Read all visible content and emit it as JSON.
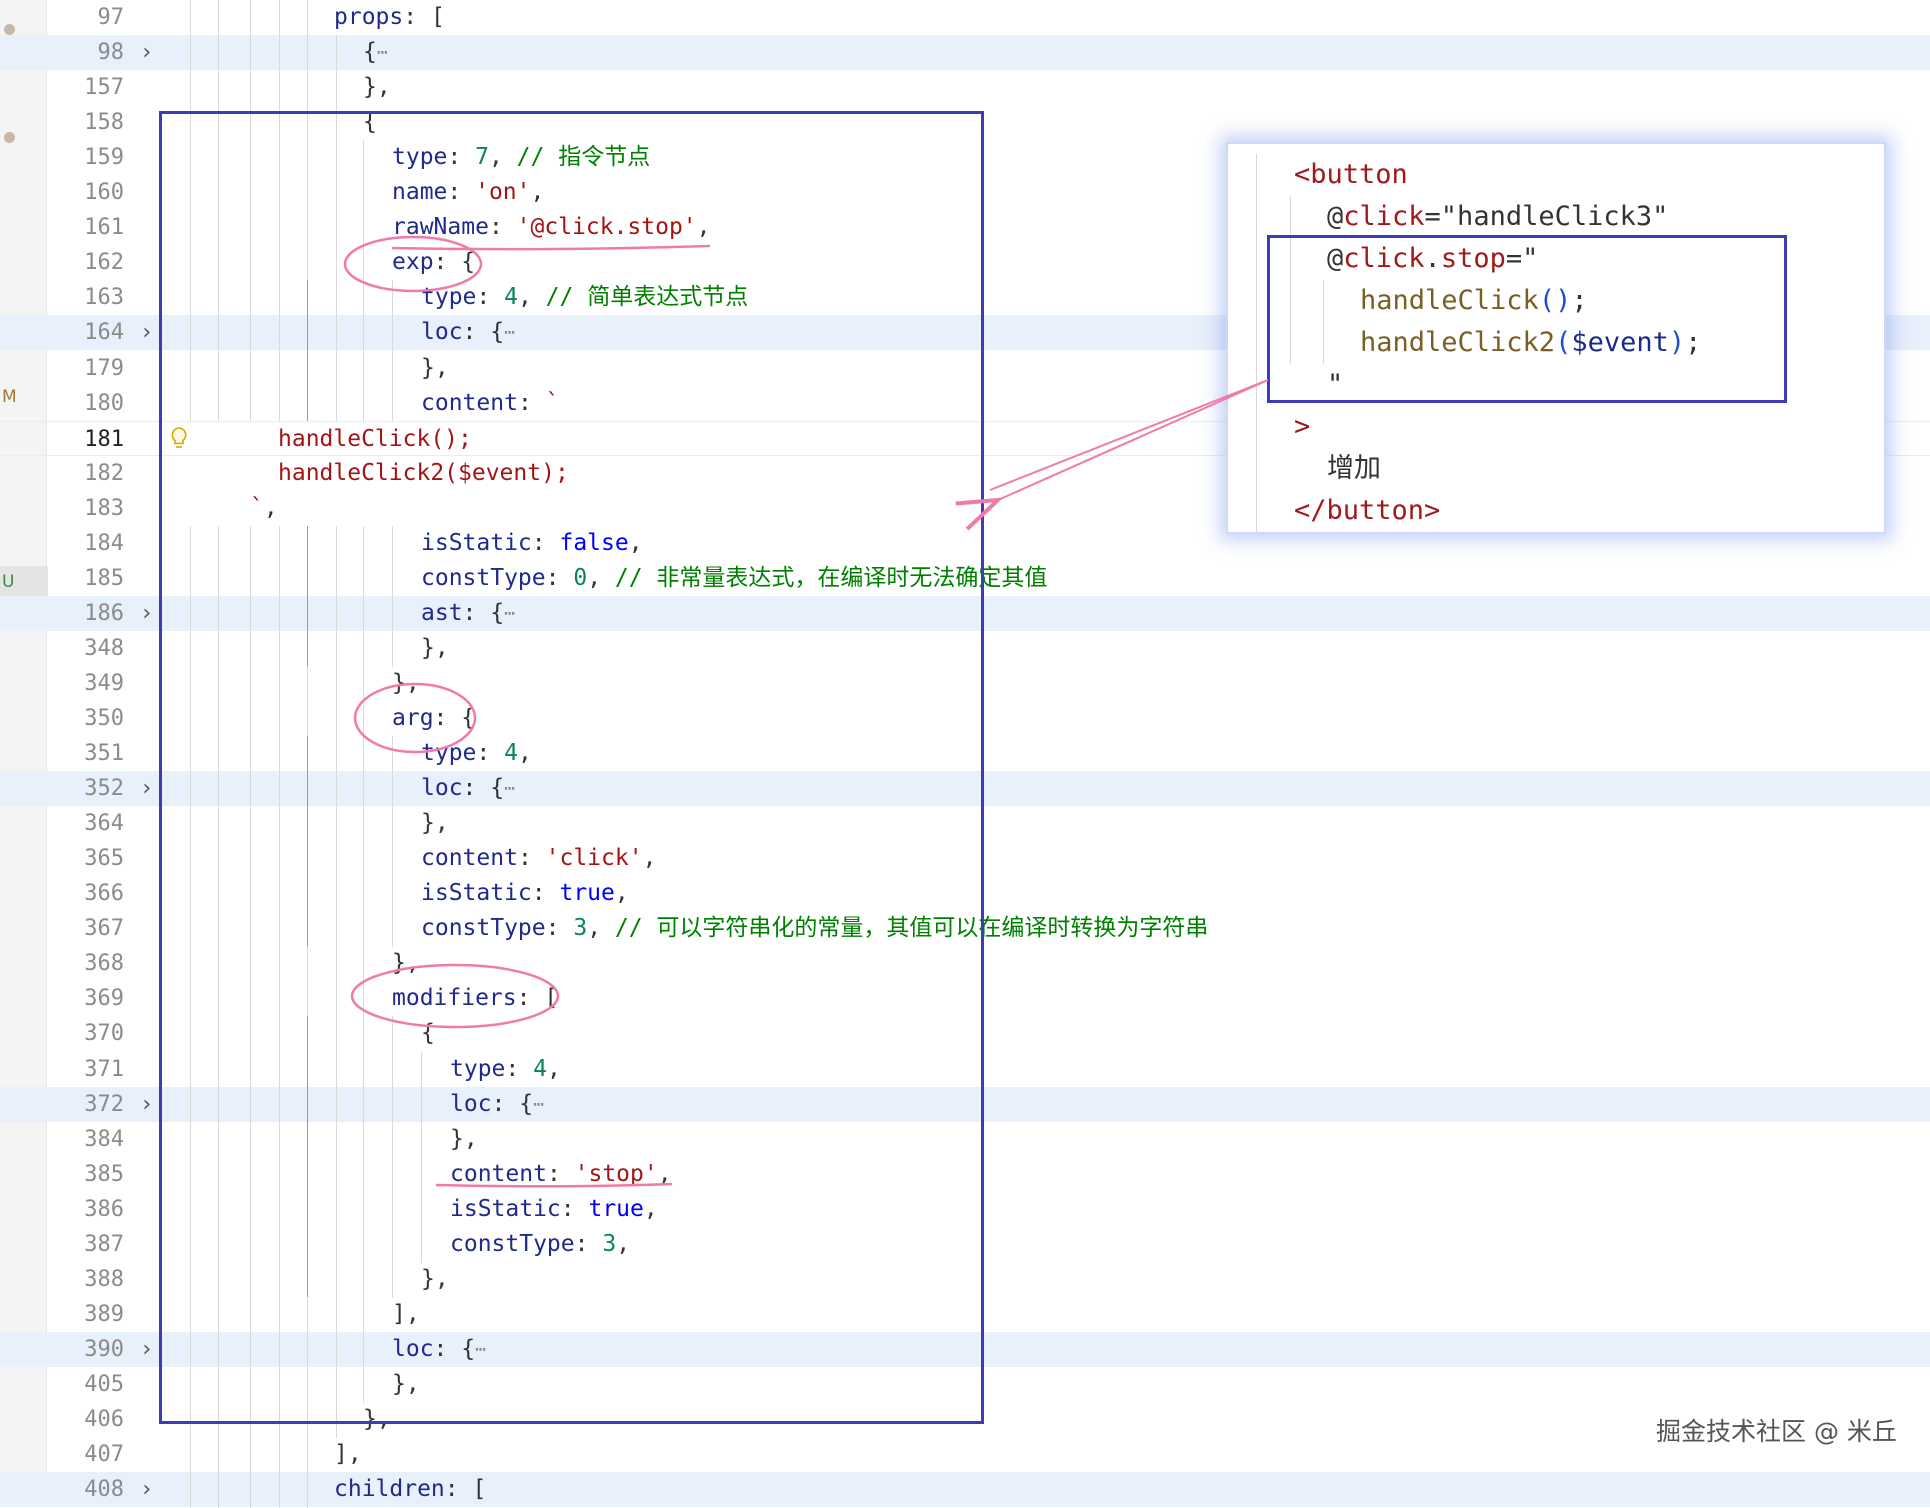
{
  "gutter": {
    "markers": [
      {
        "label": "",
        "color": "#c9b8a8"
      },
      {
        "label": "",
        "color": "#c9b8a8"
      },
      {
        "label": "M",
        "color": "#a0783a"
      },
      {
        "label": "U",
        "color": "#3c8a3c"
      }
    ]
  },
  "editor": {
    "lines": [
      {
        "num": "97",
        "fold": false,
        "indent": 0,
        "tokens": [
          [
            "k",
            "props"
          ],
          [
            "p",
            ": "
          ],
          [
            "p",
            "["
          ]
        ]
      },
      {
        "num": "98",
        "fold": true,
        "indent": 1,
        "tokens": [
          [
            "p",
            "{"
          ],
          [
            "ell",
            "⋯"
          ]
        ]
      },
      {
        "num": "157",
        "fold": false,
        "indent": 1,
        "tokens": [
          [
            "p",
            "},"
          ]
        ]
      },
      {
        "num": "158",
        "fold": false,
        "indent": 1,
        "tokens": [
          [
            "p",
            "{"
          ]
        ]
      },
      {
        "num": "159",
        "fold": false,
        "indent": 2,
        "tokens": [
          [
            "k",
            "type"
          ],
          [
            "p",
            ": "
          ],
          [
            "n",
            "7"
          ],
          [
            "p",
            ", "
          ],
          [
            "c",
            "// 指令节点"
          ]
        ]
      },
      {
        "num": "160",
        "fold": false,
        "indent": 2,
        "tokens": [
          [
            "k",
            "name"
          ],
          [
            "p",
            ": "
          ],
          [
            "s",
            "'on'"
          ],
          [
            "p",
            ","
          ]
        ]
      },
      {
        "num": "161",
        "fold": false,
        "indent": 2,
        "tokens": [
          [
            "k",
            "rawName"
          ],
          [
            "p",
            ": "
          ],
          [
            "s",
            "'@click.stop'"
          ],
          [
            "p",
            ","
          ]
        ]
      },
      {
        "num": "162",
        "fold": false,
        "indent": 2,
        "tokens": [
          [
            "k",
            "exp"
          ],
          [
            "p",
            ": "
          ],
          [
            "p",
            "{"
          ]
        ]
      },
      {
        "num": "163",
        "fold": false,
        "indent": 3,
        "tokens": [
          [
            "k",
            "type"
          ],
          [
            "p",
            ": "
          ],
          [
            "n",
            "4"
          ],
          [
            "p",
            ", "
          ],
          [
            "c",
            "// 简单表达式节点"
          ]
        ]
      },
      {
        "num": "164",
        "fold": true,
        "indent": 3,
        "tokens": [
          [
            "k",
            "loc"
          ],
          [
            "p",
            ": "
          ],
          [
            "p",
            "{"
          ],
          [
            "ell",
            "⋯"
          ]
        ]
      },
      {
        "num": "179",
        "fold": false,
        "indent": 3,
        "tokens": [
          [
            "p",
            "},"
          ]
        ]
      },
      {
        "num": "180",
        "fold": false,
        "indent": 3,
        "tokens": [
          [
            "k",
            "content"
          ],
          [
            "p",
            ": "
          ],
          [
            "s",
            "`"
          ]
        ]
      },
      {
        "num": "181",
        "fold": false,
        "indent": -1,
        "current": true,
        "tokens": [
          [
            "s",
            "handleClick();"
          ]
        ]
      },
      {
        "num": "182",
        "fold": false,
        "indent": -1,
        "tokens": [
          [
            "s",
            "handleClick2($event);"
          ]
        ]
      },
      {
        "num": "183",
        "fold": false,
        "indent": -2,
        "tokens": [
          [
            "s",
            "`"
          ],
          [
            "p",
            ","
          ]
        ]
      },
      {
        "num": "184",
        "fold": false,
        "indent": 3,
        "tokens": [
          [
            "k",
            "isStatic"
          ],
          [
            "p",
            ": "
          ],
          [
            "kw",
            "false"
          ],
          [
            "p",
            ","
          ]
        ]
      },
      {
        "num": "185",
        "fold": false,
        "indent": 3,
        "tokens": [
          [
            "k",
            "constType"
          ],
          [
            "p",
            ": "
          ],
          [
            "n",
            "0"
          ],
          [
            "p",
            ", "
          ],
          [
            "c",
            "// 非常量表达式，在编译时无法确定其值"
          ]
        ]
      },
      {
        "num": "186",
        "fold": true,
        "indent": 3,
        "tokens": [
          [
            "k",
            "ast"
          ],
          [
            "p",
            ": "
          ],
          [
            "p",
            "{"
          ],
          [
            "ell",
            "⋯"
          ]
        ]
      },
      {
        "num": "348",
        "fold": false,
        "indent": 3,
        "tokens": [
          [
            "p",
            "},"
          ]
        ]
      },
      {
        "num": "349",
        "fold": false,
        "indent": 2,
        "tokens": [
          [
            "p",
            "},"
          ]
        ]
      },
      {
        "num": "350",
        "fold": false,
        "indent": 2,
        "tokens": [
          [
            "k",
            "arg"
          ],
          [
            "p",
            ": "
          ],
          [
            "p",
            "{"
          ]
        ]
      },
      {
        "num": "351",
        "fold": false,
        "indent": 3,
        "tokens": [
          [
            "k",
            "type"
          ],
          [
            "p",
            ": "
          ],
          [
            "n",
            "4"
          ],
          [
            "p",
            ","
          ]
        ]
      },
      {
        "num": "352",
        "fold": true,
        "indent": 3,
        "tokens": [
          [
            "k",
            "loc"
          ],
          [
            "p",
            ": "
          ],
          [
            "p",
            "{"
          ],
          [
            "ell",
            "⋯"
          ]
        ]
      },
      {
        "num": "364",
        "fold": false,
        "indent": 3,
        "tokens": [
          [
            "p",
            "},"
          ]
        ]
      },
      {
        "num": "365",
        "fold": false,
        "indent": 3,
        "tokens": [
          [
            "k",
            "content"
          ],
          [
            "p",
            ": "
          ],
          [
            "s",
            "'click'"
          ],
          [
            "p",
            ","
          ]
        ]
      },
      {
        "num": "366",
        "fold": false,
        "indent": 3,
        "tokens": [
          [
            "k",
            "isStatic"
          ],
          [
            "p",
            ": "
          ],
          [
            "kw",
            "true"
          ],
          [
            "p",
            ","
          ]
        ]
      },
      {
        "num": "367",
        "fold": false,
        "indent": 3,
        "tokens": [
          [
            "k",
            "constType"
          ],
          [
            "p",
            ": "
          ],
          [
            "n",
            "3"
          ],
          [
            "p",
            ", "
          ],
          [
            "c",
            "// 可以字符串化的常量，其值可以在编译时转换为字符串"
          ]
        ]
      },
      {
        "num": "368",
        "fold": false,
        "indent": 2,
        "tokens": [
          [
            "p",
            "},"
          ]
        ]
      },
      {
        "num": "369",
        "fold": false,
        "indent": 2,
        "tokens": [
          [
            "k",
            "modifiers"
          ],
          [
            "p",
            ": "
          ],
          [
            "p",
            "["
          ]
        ]
      },
      {
        "num": "370",
        "fold": false,
        "indent": 3,
        "tokens": [
          [
            "p",
            "{"
          ]
        ]
      },
      {
        "num": "371",
        "fold": false,
        "indent": 4,
        "tokens": [
          [
            "k",
            "type"
          ],
          [
            "p",
            ": "
          ],
          [
            "n",
            "4"
          ],
          [
            "p",
            ","
          ]
        ]
      },
      {
        "num": "372",
        "fold": true,
        "indent": 4,
        "tokens": [
          [
            "k",
            "loc"
          ],
          [
            "p",
            ": "
          ],
          [
            "p",
            "{"
          ],
          [
            "ell",
            "⋯"
          ]
        ]
      },
      {
        "num": "384",
        "fold": false,
        "indent": 4,
        "tokens": [
          [
            "p",
            "},"
          ]
        ]
      },
      {
        "num": "385",
        "fold": false,
        "indent": 4,
        "tokens": [
          [
            "k",
            "content"
          ],
          [
            "p",
            ": "
          ],
          [
            "s",
            "'stop'"
          ],
          [
            "p",
            ","
          ]
        ]
      },
      {
        "num": "386",
        "fold": false,
        "indent": 4,
        "tokens": [
          [
            "k",
            "isStatic"
          ],
          [
            "p",
            ": "
          ],
          [
            "kw",
            "true"
          ],
          [
            "p",
            ","
          ]
        ]
      },
      {
        "num": "387",
        "fold": false,
        "indent": 4,
        "tokens": [
          [
            "k",
            "constType"
          ],
          [
            "p",
            ": "
          ],
          [
            "n",
            "3"
          ],
          [
            "p",
            ","
          ]
        ]
      },
      {
        "num": "388",
        "fold": false,
        "indent": 3,
        "tokens": [
          [
            "p",
            "},"
          ]
        ]
      },
      {
        "num": "389",
        "fold": false,
        "indent": 2,
        "tokens": [
          [
            "p",
            "],"
          ]
        ]
      },
      {
        "num": "390",
        "fold": true,
        "indent": 2,
        "tokens": [
          [
            "k",
            "loc"
          ],
          [
            "p",
            ": "
          ],
          [
            "p",
            "{"
          ],
          [
            "ell",
            "⋯"
          ]
        ]
      },
      {
        "num": "405",
        "fold": false,
        "indent": 2,
        "tokens": [
          [
            "p",
            "},"
          ]
        ]
      },
      {
        "num": "406",
        "fold": false,
        "indent": 1,
        "tokens": [
          [
            "p",
            "},"
          ]
        ]
      },
      {
        "num": "407",
        "fold": false,
        "indent": 0,
        "tokens": [
          [
            "p",
            "],"
          ]
        ]
      },
      {
        "num": "408",
        "fold": true,
        "indent": 0,
        "tokens": [
          [
            "k",
            "children"
          ],
          [
            "p",
            ": "
          ],
          [
            "p",
            "["
          ]
        ]
      }
    ]
  },
  "inset": {
    "lines": [
      {
        "indent": 0,
        "tokens": [
          [
            "tag",
            "<button"
          ]
        ]
      },
      {
        "indent": 1,
        "tokens": [
          [
            "attr-at",
            "@"
          ],
          [
            "attr-name",
            "click"
          ],
          [
            "attr-val",
            "=\"handleClick3\""
          ]
        ]
      },
      {
        "indent": 1,
        "tokens": [
          [
            "attr-at",
            "@"
          ],
          [
            "attr-name",
            "click"
          ],
          [
            "attr-at",
            "."
          ],
          [
            "attr-name",
            "stop"
          ],
          [
            "attr-val",
            "=\""
          ]
        ]
      },
      {
        "indent": 2,
        "tokens": [
          [
            "fn",
            "handleClick"
          ],
          [
            "paren",
            "()"
          ],
          [
            "attr-val",
            ";"
          ]
        ]
      },
      {
        "indent": 2,
        "tokens": [
          [
            "fn",
            "handleClick2"
          ],
          [
            "paren",
            "("
          ],
          [
            "var",
            "$event"
          ],
          [
            "paren",
            ")"
          ],
          [
            "attr-val",
            ";"
          ]
        ]
      },
      {
        "indent": 1,
        "tokens": [
          [
            "attr-val",
            "\""
          ]
        ]
      },
      {
        "indent": 0,
        "tokens": [
          [
            "tag",
            ">"
          ]
        ]
      },
      {
        "indent": 1,
        "tokens": [
          [
            "attr-val",
            "增加"
          ]
        ]
      },
      {
        "indent": 0,
        "tokens": [
          [
            "tag",
            "</button>"
          ]
        ]
      }
    ]
  },
  "watermark": "掘金技术社区 @ 米丘",
  "colors": {
    "highlight_box": "#3c3cb8",
    "annotation_pink": "#f07aa8"
  }
}
